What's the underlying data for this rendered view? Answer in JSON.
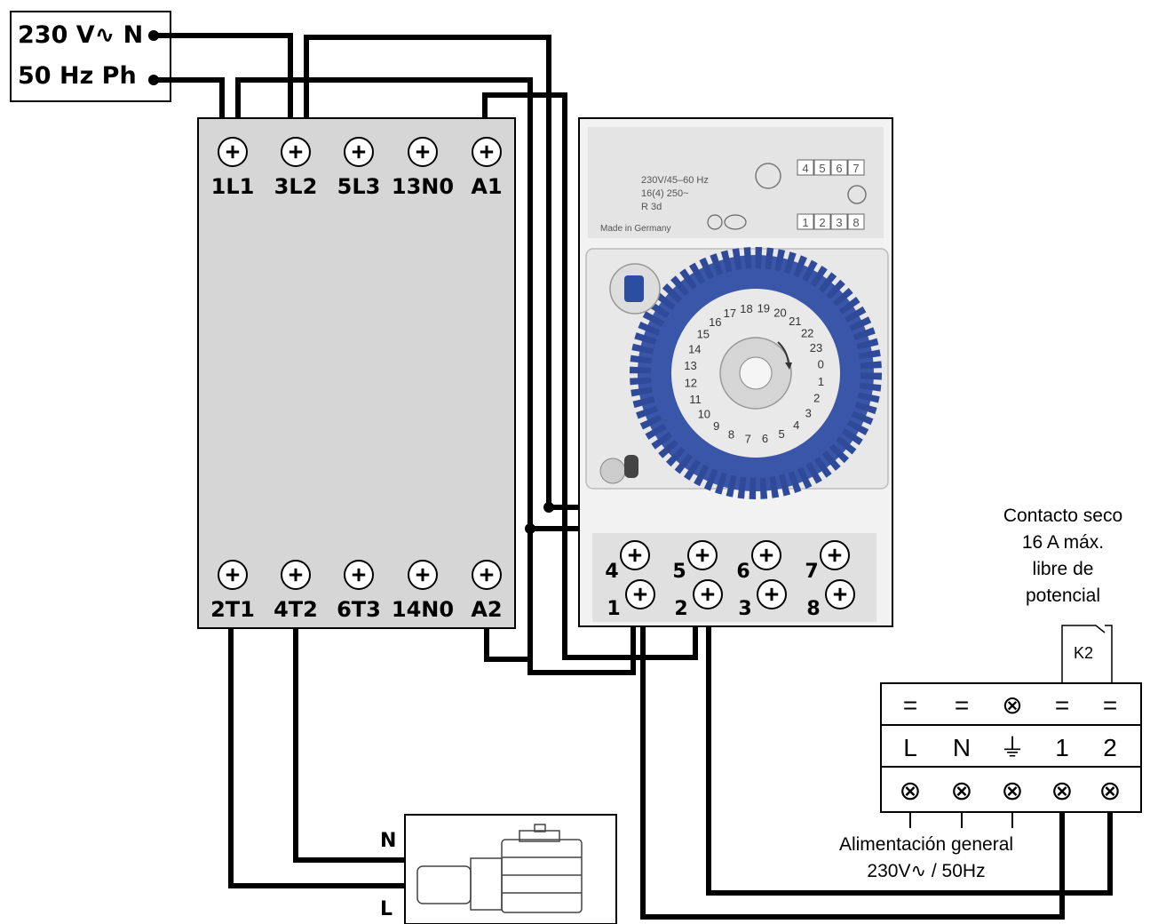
{
  "supply": {
    "line1": "230 V∿ N",
    "line2": "50 Hz  Ph"
  },
  "contactor": {
    "top_terminals": [
      "1L1",
      "3L2",
      "5L3",
      "13N0",
      "A1"
    ],
    "bottom_terminals": [
      "2T1",
      "4T2",
      "6T3",
      "14N0",
      "A2"
    ]
  },
  "timer": {
    "rating_line1": "230V/45–60 Hz",
    "rating_line2": "16(4) 250~",
    "rating_line3": "R 3d",
    "made_in": "Made in Germany",
    "schematic_top": [
      "4",
      "5",
      "6",
      "7"
    ],
    "schematic_bottom": [
      "1",
      "2",
      "3",
      "8"
    ],
    "dial_hours": [
      "0",
      "1",
      "2",
      "3",
      "4",
      "5",
      "6",
      "7",
      "8",
      "9",
      "10",
      "11",
      "12",
      "13",
      "14",
      "15",
      "16",
      "17",
      "18",
      "19",
      "20",
      "21",
      "22",
      "23"
    ],
    "terminals_top": [
      "4",
      "5",
      "6",
      "7"
    ],
    "terminals_bottom": [
      "1",
      "2",
      "3",
      "8"
    ]
  },
  "dry_contact": {
    "title_lines": [
      "Contacto seco",
      "16 A máx.",
      "libre de",
      "potencial"
    ],
    "relay_label": "K2"
  },
  "terminal_block": {
    "top_symbols": [
      "=",
      "=",
      "⊗",
      "=",
      "="
    ],
    "labels": [
      "L",
      "N",
      "⏚",
      "1",
      "2"
    ],
    "screw_symbol": "⊗"
  },
  "supply_note": {
    "line1": "Alimentación general",
    "line2": "230V∿ / 50Hz"
  },
  "pump": {
    "label_n": "N",
    "label_l": "L"
  }
}
